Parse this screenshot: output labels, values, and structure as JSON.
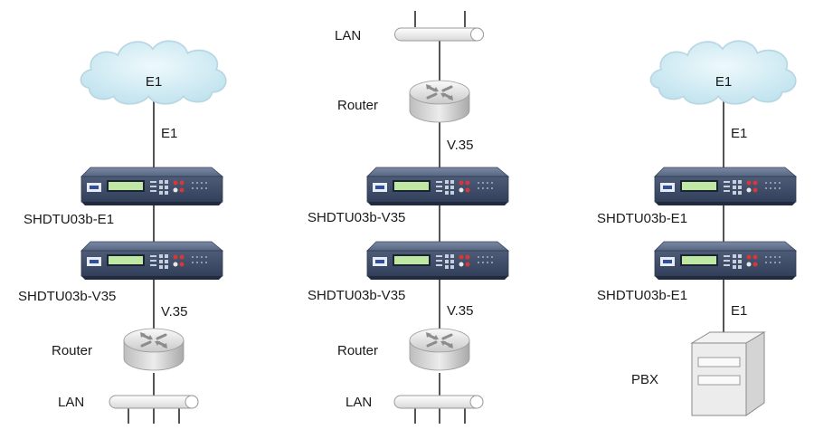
{
  "columns": [
    {
      "top_cloud": "E1",
      "top_link": "E1",
      "device_upper": "SHDTU03b-E1",
      "device_lower": "SHDTU03b-V35",
      "bottom_link": "V.35",
      "router": "Router",
      "lan": "LAN"
    },
    {
      "lan_top": "LAN",
      "router_top": "Router",
      "top_link": "V.35",
      "device_upper": "SHDTU03b-V35",
      "device_lower": "SHDTU03b-V35",
      "bottom_link": "V.35",
      "router_bottom": "Router",
      "lan_bottom": "LAN"
    },
    {
      "top_cloud": "E1",
      "top_link": "E1",
      "device_upper": "SHDTU03b-E1",
      "device_lower": "SHDTU03b-E1",
      "bottom_link": "E1",
      "pbx": "PBX"
    }
  ],
  "colors": {
    "cloud": "#d6eef6",
    "device_body": "#4a5a76",
    "device_screen": "#bfe8a4",
    "router": "#dcdcdc",
    "lan_pipe": "#f4f4f4",
    "line": "#2a2a2a"
  },
  "icons": [
    "cloud-icon",
    "device-icon",
    "router-icon",
    "lan-pipe-icon",
    "pbx-icon"
  ]
}
